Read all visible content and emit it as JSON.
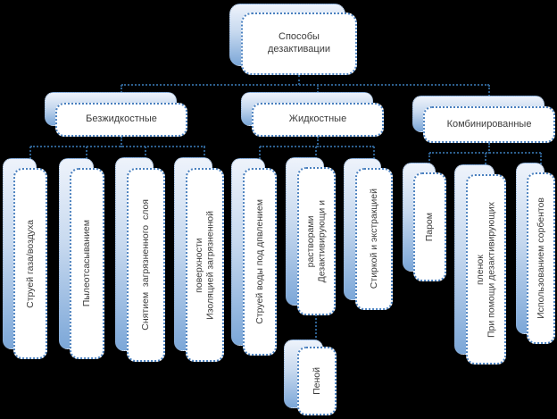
{
  "diagram": {
    "root": {
      "label": "Способы\nдезактивации"
    },
    "branches": [
      {
        "label": "Безжидкостные",
        "children": [
          {
            "label": "Струей газа/воздуха"
          },
          {
            "label": "Пылеотсасыванием"
          },
          {
            "label": "Снятием  загрязненного  слоя"
          },
          {
            "label": "Изоляцией загрязненной\nповерхности"
          }
        ]
      },
      {
        "label": "Жидкостные",
        "children": [
          {
            "label": "Струей воды под дпвлением"
          },
          {
            "label": "Дезактивирующи и\nрастворами",
            "child": {
              "label": "Пеной"
            }
          },
          {
            "label": "Стиркой и экстракцией"
          }
        ]
      },
      {
        "label": "Комбинированные",
        "children": [
          {
            "label": "Паром"
          },
          {
            "label": "При помощи дезактивирующих\nпленок"
          },
          {
            "label": "Использованием сорбентов"
          }
        ]
      }
    ],
    "colors": {
      "background": "#000000",
      "connector": "#2d5f8e",
      "box_border": "#4a80bf",
      "box_fill": "#ffffff",
      "shadow_gradient_top": "#eef3fb",
      "shadow_gradient_bottom": "#7ca7d8",
      "text": "#3b3b3b"
    }
  }
}
